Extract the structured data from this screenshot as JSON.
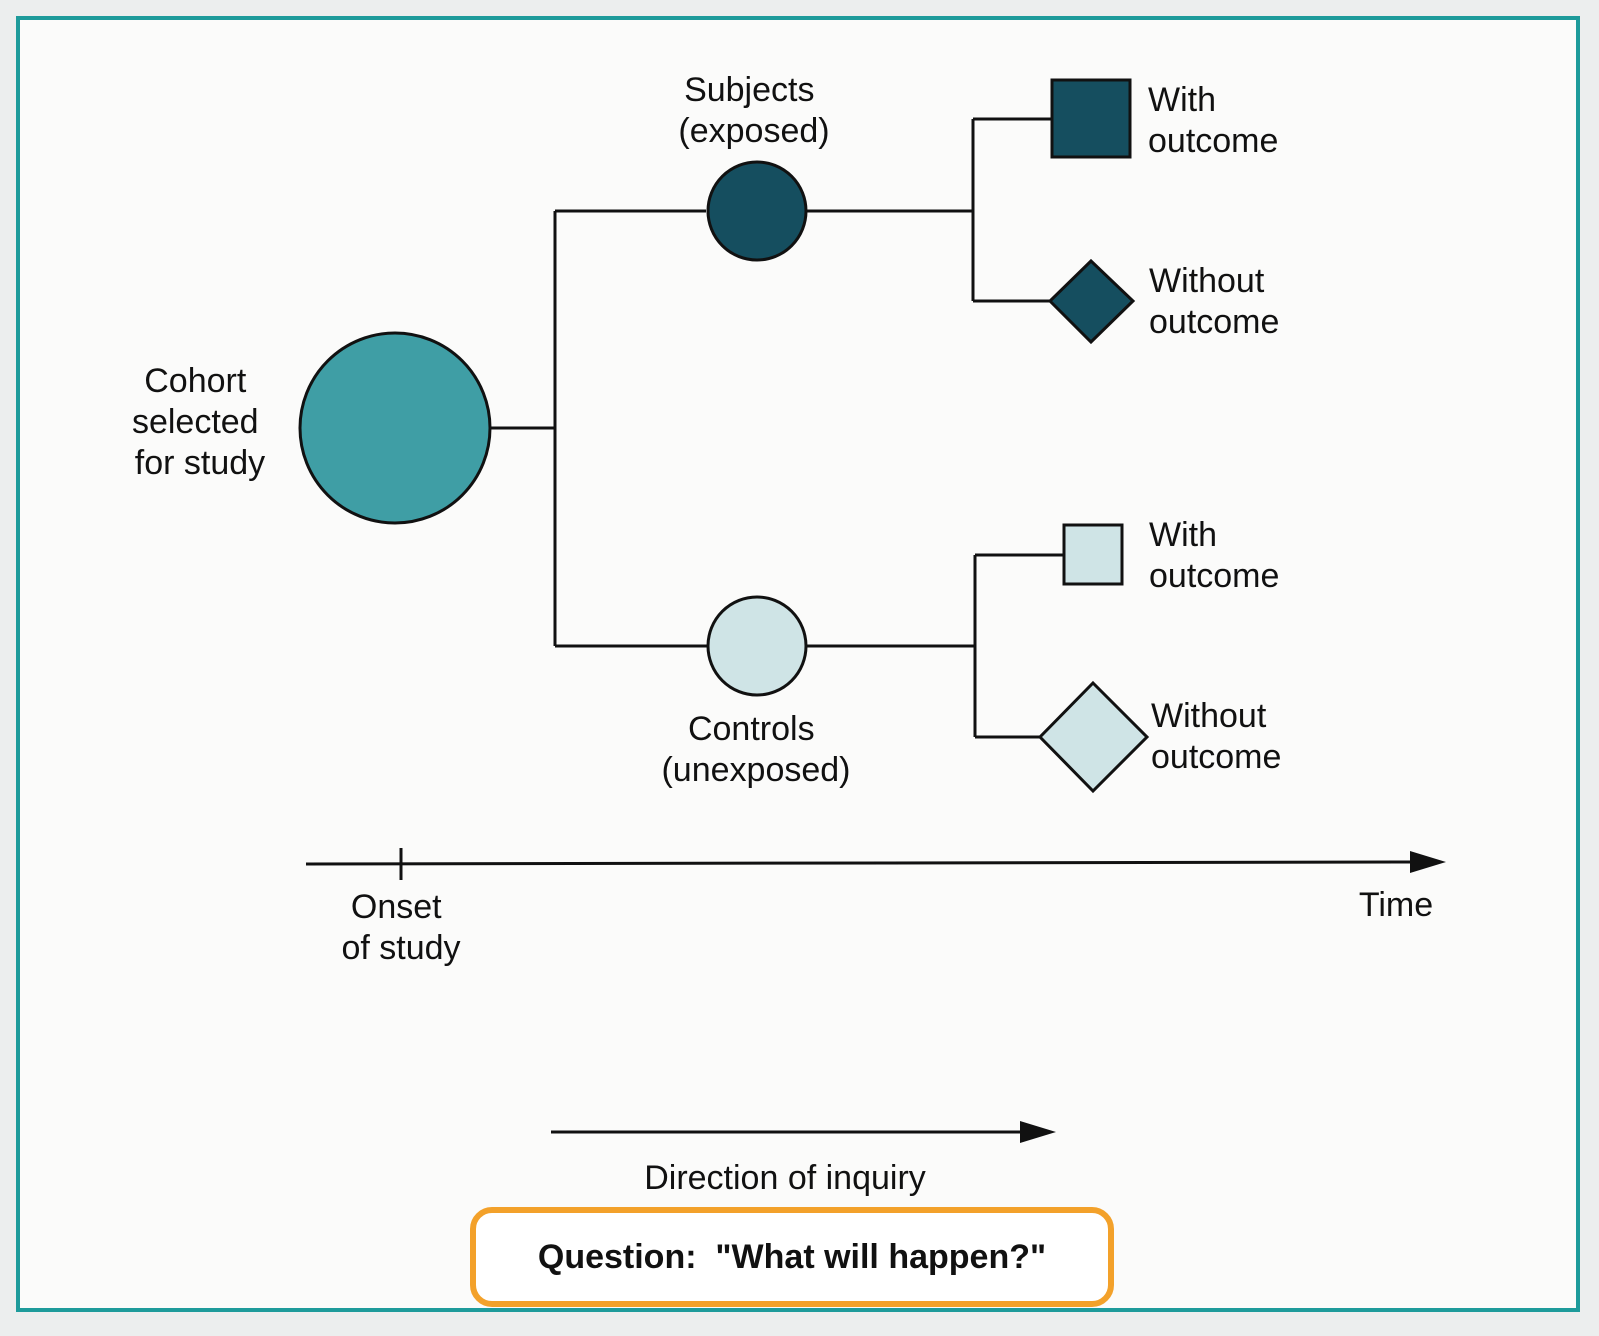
{
  "colors": {
    "frame_border": "#1e9b9b",
    "cohort_fill": "#3f9ea5",
    "exposed_fill": "#154e5f",
    "control_fill": "#cfe4e6",
    "question_border": "#f3a12a"
  },
  "diagram": {
    "cohort_label": [
      "Cohort",
      "selected",
      "for study"
    ],
    "exposed_label": [
      "Subjects",
      "(exposed)"
    ],
    "controls_label": [
      "Controls",
      "(unexposed)"
    ],
    "exposed_with_outcome": [
      "With",
      "outcome"
    ],
    "exposed_without_outcome": [
      "Without",
      "outcome"
    ],
    "control_with_outcome": [
      "With",
      "outcome"
    ],
    "control_without_outcome": [
      "Without",
      "outcome"
    ],
    "timeline_onset": [
      "Onset",
      "of study"
    ],
    "timeline_end": "Time",
    "inquiry_label": "Direction of inquiry"
  },
  "question": {
    "text": "Question:  \"What will happen?\""
  }
}
